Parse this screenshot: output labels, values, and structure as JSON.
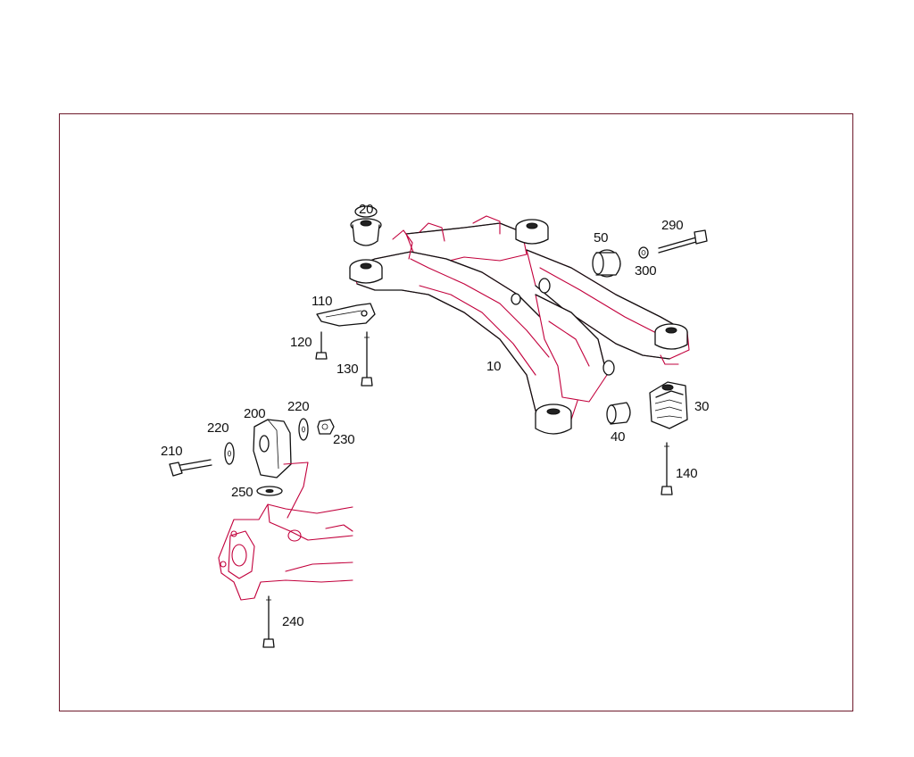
{
  "diagram": {
    "callouts": {
      "c10": "10",
      "c20": "20",
      "c30": "30",
      "c40": "40",
      "c50": "50",
      "c110": "110",
      "c120": "120",
      "c130": "130",
      "c140": "140",
      "c200": "200",
      "c210": "210",
      "c220a": "220",
      "c220b": "220",
      "c230": "230",
      "c240": "240",
      "c250": "250",
      "c290": "290",
      "c300": "300"
    },
    "colors": {
      "frame": "#6e1a2c",
      "drawing_line": "#c2003c",
      "outline": "#111111"
    }
  }
}
